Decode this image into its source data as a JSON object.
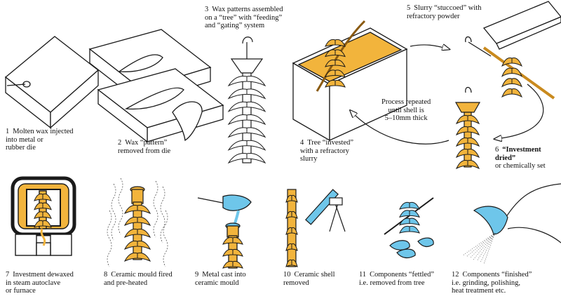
{
  "colors": {
    "wax": "#f2b43c",
    "wax_dark": "#c98a1e",
    "metal": "#6ec6ea",
    "outline": "#1a1a1a",
    "box": "#ffffff"
  },
  "steps": [
    {
      "num": "1",
      "lines": [
        "Molten wax injected",
        "into metal or",
        "rubber die"
      ]
    },
    {
      "num": "2",
      "lines": [
        "Wax “pattern”",
        "removed from die"
      ]
    },
    {
      "num": "3",
      "lines": [
        "Wax patterns assembled",
        "on a “tree” with “feeding”",
        "and “gating” system"
      ]
    },
    {
      "num": "4",
      "lines": [
        "Tree “invested”",
        "with a refractory",
        "slurry"
      ]
    },
    {
      "num": "5",
      "lines": [
        "Slurry “stuccoed” with",
        "refractory powder"
      ]
    },
    {
      "num": "6",
      "lines": [
        "“Investment",
        "dried”",
        "or chemically set"
      ]
    },
    {
      "num": "7",
      "lines": [
        "Investment dewaxed",
        "in steam autoclave",
        "or furnace"
      ]
    },
    {
      "num": "8",
      "lines": [
        "Ceramic mould fired",
        "and pre-heated"
      ]
    },
    {
      "num": "9",
      "lines": [
        "Metal cast into",
        "ceramic mould"
      ]
    },
    {
      "num": "10",
      "lines": [
        "Ceramic shell",
        "removed"
      ]
    },
    {
      "num": "11",
      "lines": [
        "Components “fettled”",
        "i.e. removed from tree"
      ]
    },
    {
      "num": "12",
      "lines": [
        "Components “finished”",
        "i.e. grinding, polishing,",
        "heat treatment etc."
      ]
    }
  ],
  "process_note": [
    "Process repeated",
    "until shell is",
    "5–10mm thick"
  ]
}
